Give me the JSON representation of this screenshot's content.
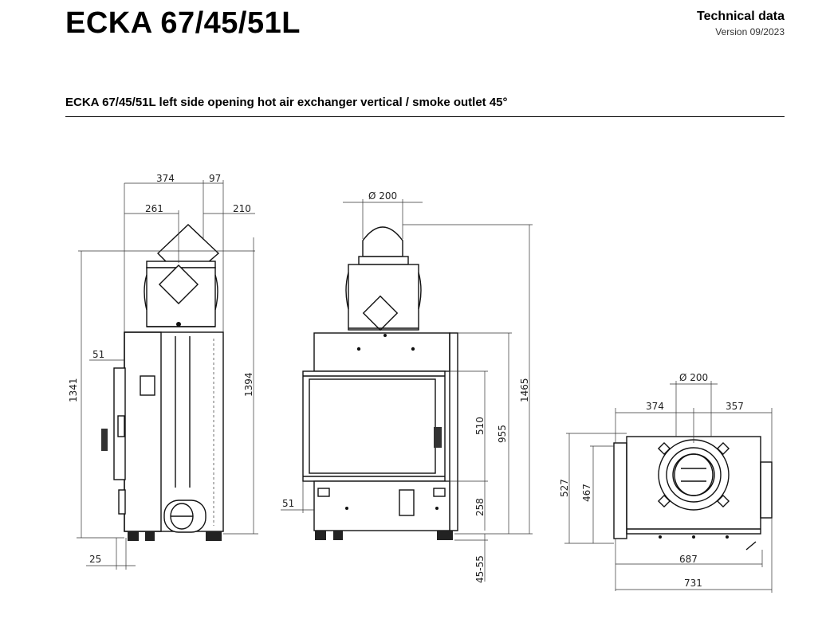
{
  "header": {
    "title": "ECKA 67/45/51L",
    "doc_type": "Technical data",
    "version": "Version 09/2023"
  },
  "subtitle": "ECKA 67/45/51L left side opening hot air exchanger vertical / smoke outlet 45°",
  "dimensions": {
    "side_view": {
      "top_374": "374",
      "top_97": "97",
      "top_261": "261",
      "top_210": "210",
      "side_51": "51",
      "height_1341": "1341",
      "height_1394": "1394",
      "bottom_25": "25"
    },
    "front_view": {
      "dia_200": "Ø 200",
      "height_1465": "1465",
      "opening_510": "510",
      "height_955": "955",
      "base_258": "258",
      "legs_45_55": "45-55",
      "side_51": "51"
    },
    "top_view": {
      "dia_200": "Ø 200",
      "w_374": "374",
      "w_357": "357",
      "depth_527": "527",
      "depth_467": "467",
      "width_687": "687",
      "width_731": "731"
    }
  }
}
